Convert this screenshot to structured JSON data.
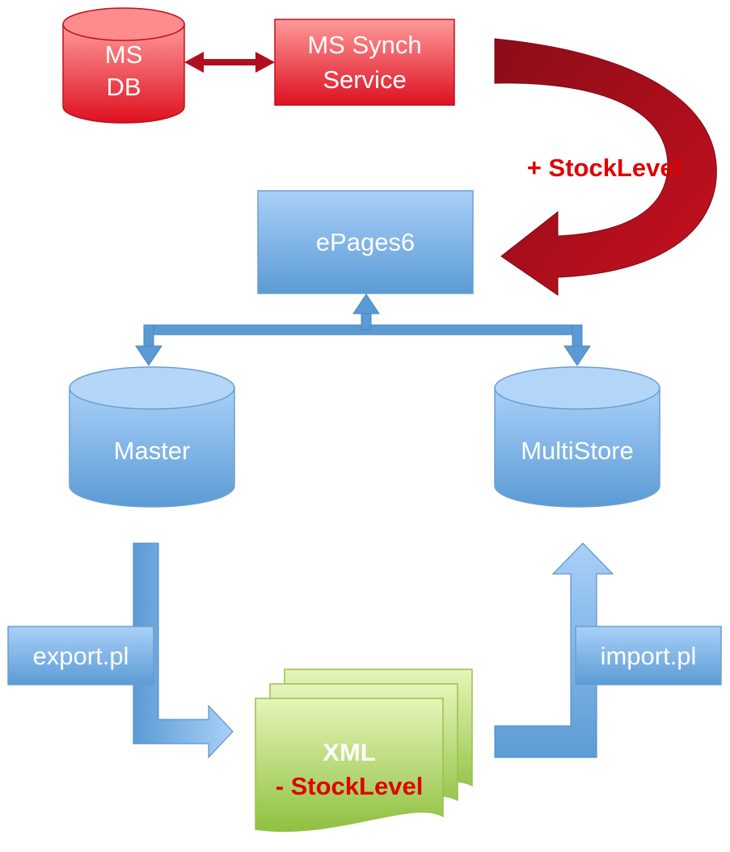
{
  "nodes": {
    "ms_db": {
      "line1": "MS",
      "line2": "DB"
    },
    "ms_synch": {
      "line1": "MS Synch",
      "line2": "Service"
    },
    "epages": {
      "label": "ePages6"
    },
    "master": {
      "label": "Master"
    },
    "multistore": {
      "label": "MultiStore"
    },
    "export": {
      "label": "export.pl"
    },
    "import": {
      "label": "import.pl"
    },
    "xml": {
      "line1": "XML",
      "line2": "- StockLevel"
    }
  },
  "edges": {
    "synch_to_epages": {
      "label": "+ StockLevel"
    }
  },
  "colors": {
    "red_top": "#ff9a9a",
    "red_bottom": "#dd1020",
    "blue_top": "#a9d0f8",
    "blue_bottom": "#5b9bd5",
    "green_top": "#e6f5b8",
    "green_bottom": "#8fc040",
    "curved_arrow": "#a0101c",
    "label_red": "#e00000"
  }
}
